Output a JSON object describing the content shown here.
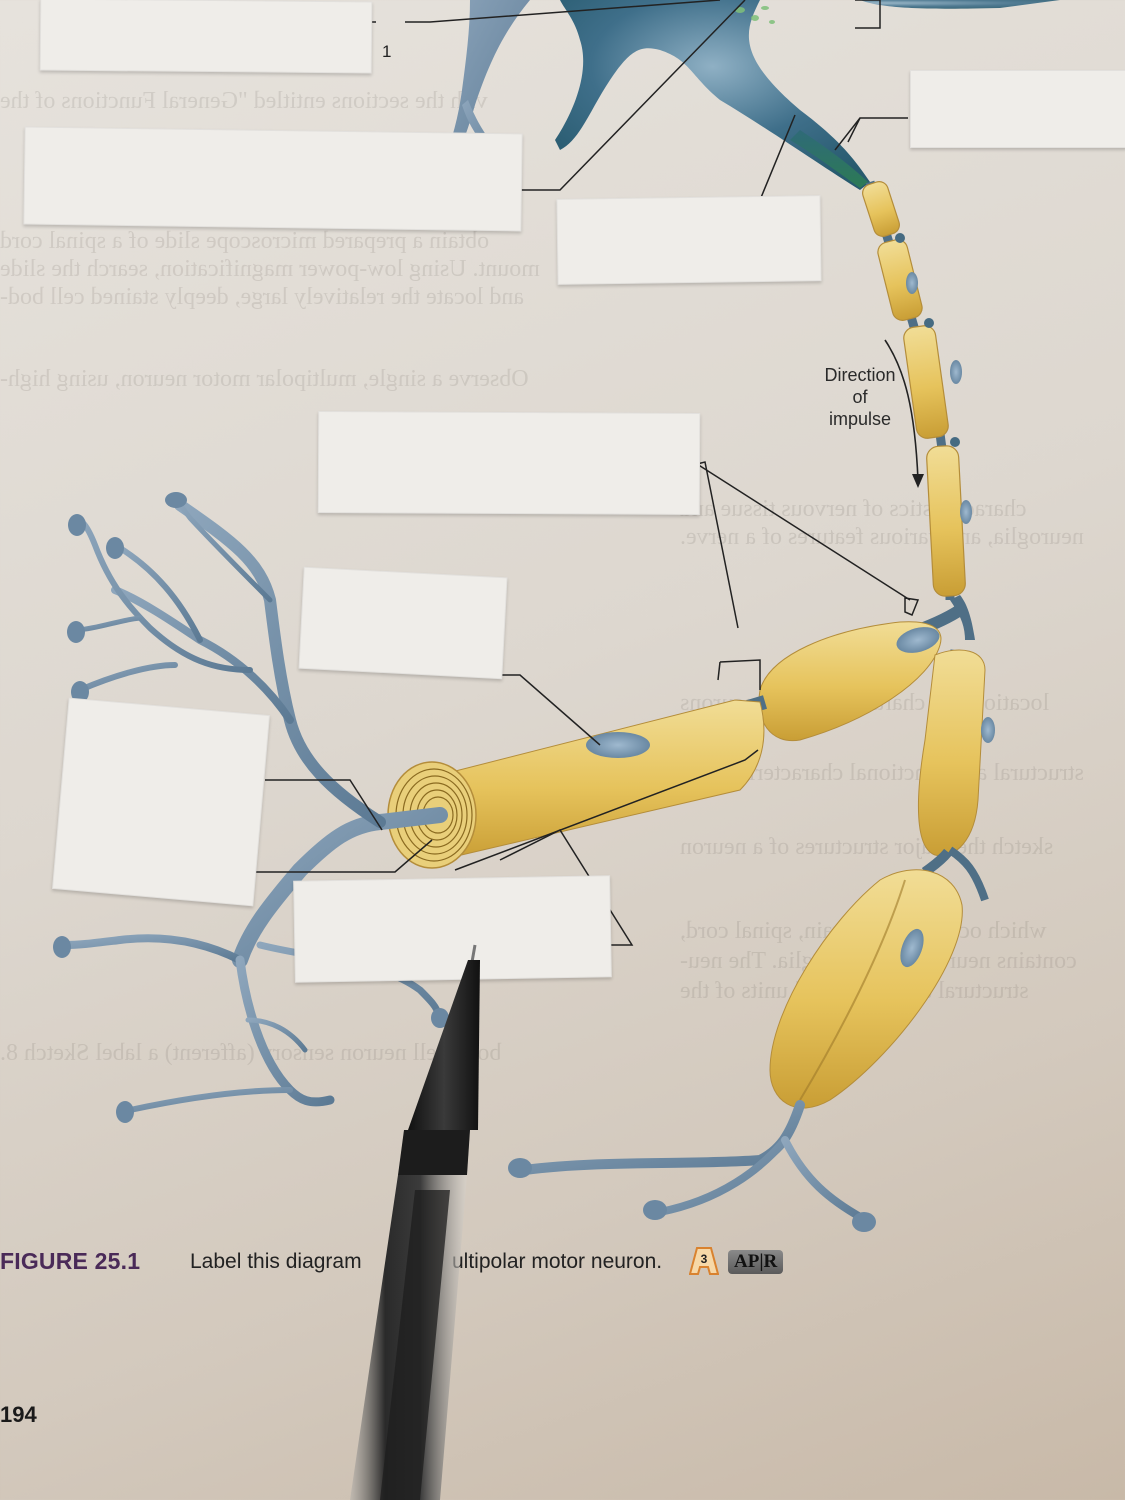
{
  "figure": {
    "number": "FIGURE 25.1",
    "caption_left": "Label this diagram",
    "caption_right": "ultipolar motor neuron.",
    "caption_full_visible": "Label this diagram [pen obscures] ultipolar motor neuron.",
    "badge_level": "3",
    "badge_apr": "AP|R"
  },
  "diagram": {
    "subject": "Multipolar motor neuron",
    "annotation_direction": "Direction of impulse",
    "direction_lines": [
      "Direction",
      "of",
      "impulse"
    ],
    "leader_number": "1",
    "label_boxes": [
      {
        "id": "box-top-left",
        "text": ""
      },
      {
        "id": "box-upper-left",
        "text": ""
      },
      {
        "id": "box-upper-right",
        "text": ""
      },
      {
        "id": "box-top-center",
        "text": ""
      },
      {
        "id": "box-mid-center",
        "text": ""
      },
      {
        "id": "box-center-small",
        "text": ""
      },
      {
        "id": "box-left-tilted",
        "text": ""
      },
      {
        "id": "box-bottom-center",
        "text": ""
      }
    ]
  },
  "page": {
    "number": "194"
  },
  "colors": {
    "neuron_blue": "#5f7f9a",
    "myelin_yellow": "#e8c96a",
    "figure_purple": "#4a2a58",
    "badge_orange": "#e39a4a"
  }
}
